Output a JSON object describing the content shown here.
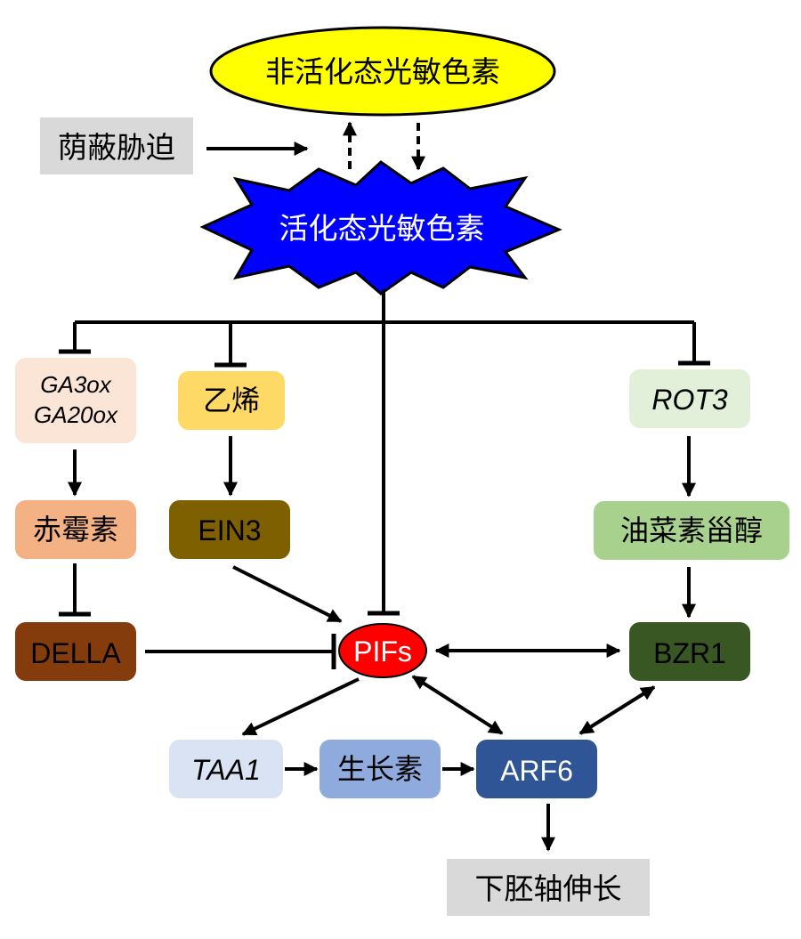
{
  "nodes": {
    "inactive_phy": "非活化态光敏色素",
    "shade_stress": "荫蔽胁迫",
    "active_phy": "活化态光敏色素",
    "ga_genes_line1": "GA3ox",
    "ga_genes_line2": "GA20ox",
    "ethylene": "乙烯",
    "rot3": "ROT3",
    "gibberellin": "赤霉素",
    "ein3": "EIN3",
    "brassinosteroid": "油菜素甾醇",
    "della": "DELLA",
    "pifs": "PIFs",
    "bzr1": "BZR1",
    "taa1": "TAA1",
    "auxin": "生长素",
    "arf6": "ARF6",
    "hypocotyl_elongation": "下胚轴伸长"
  },
  "colors": {
    "inactive_phy": "#ffff00",
    "active_phy": "#0000ff",
    "shade_stress": "#d9d9d9",
    "ga_genes": "#fbe5d6",
    "ethylene": "#ffd966",
    "rot3": "#e2f0d9",
    "gibberellin": "#f4b183",
    "ein3": "#7f6000",
    "brassinosteroid": "#a9d18e",
    "della": "#843c0c",
    "pifs": "#ff0000",
    "bzr1": "#385723",
    "taa1": "#dae3f3",
    "auxin": "#8faadc",
    "arf6": "#2f5597",
    "hypocotyl_elongation": "#d9d9d9"
  }
}
